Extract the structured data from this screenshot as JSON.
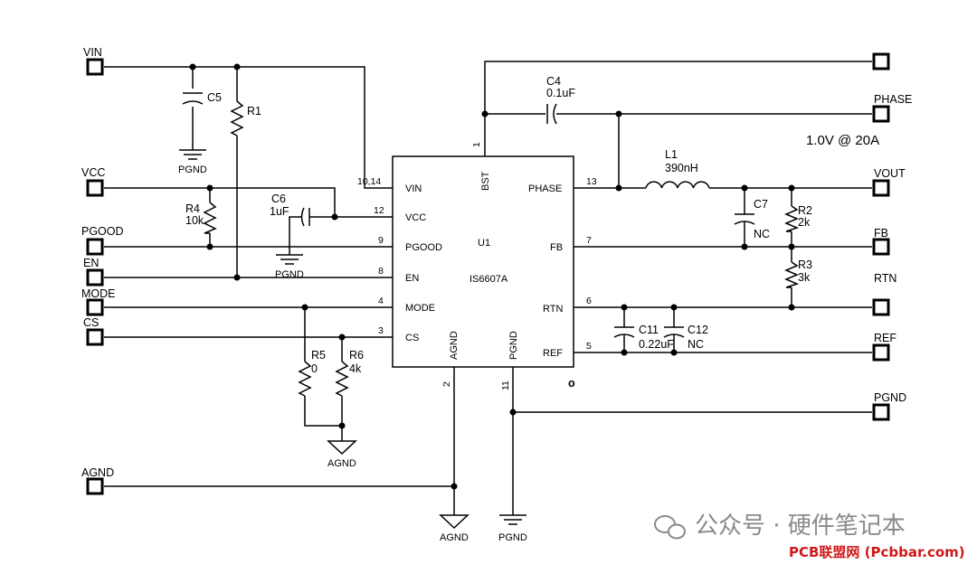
{
  "ports": {
    "vin": "VIN",
    "vcc": "VCC",
    "pgood": "PGOOD",
    "en": "EN",
    "mode": "MODE",
    "cs": "CS",
    "agnd": "AGND",
    "phase": "PHASE",
    "vout": "VOUT",
    "fb": "FB",
    "rtn": "RTN",
    "ref": "REF",
    "pgnd": "PGND"
  },
  "output_spec": "1.0V @ 20A",
  "ic": {
    "refdes": "U1",
    "part": "IS6607A",
    "pins": {
      "vin": "VIN",
      "vcc": "VCC",
      "pgood": "PGOOD",
      "en": "EN",
      "mode": "MODE",
      "cs": "CS",
      "bst": "BST",
      "phase": "PHASE",
      "fb": "FB",
      "rtn": "RTN",
      "ref": "REF",
      "agnd": "AGND",
      "pgnd": "PGND"
    },
    "pin_numbers": {
      "vin": "10,14",
      "vcc": "12",
      "pgood": "9",
      "en": "8",
      "mode": "4",
      "cs": "3",
      "bst": "1",
      "phase": "13",
      "fb": "7",
      "rtn": "6",
      "ref": "5",
      "agnd": "2",
      "pgnd": "11"
    }
  },
  "components": {
    "c5": {
      "ref": "C5"
    },
    "r1": {
      "ref": "R1"
    },
    "r4": {
      "ref": "R4",
      "value": "10k"
    },
    "c6": {
      "ref": "C6",
      "value": "1uF"
    },
    "c4": {
      "ref": "C4",
      "value": "0.1uF"
    },
    "l1": {
      "ref": "L1",
      "value": "390nH"
    },
    "c7": {
      "ref": "C7",
      "value": "NC"
    },
    "r2": {
      "ref": "R2",
      "value": "2k"
    },
    "r3": {
      "ref": "R3",
      "value": "3k"
    },
    "c11": {
      "ref": "C11",
      "value": "0.22uF"
    },
    "c12": {
      "ref": "C12",
      "value": "NC"
    },
    "r5": {
      "ref": "R5",
      "value": "0"
    },
    "r6": {
      "ref": "R6",
      "value": "4k"
    }
  },
  "grounds": {
    "pgnd_c5": "PGND",
    "pgnd_c6": "PGND",
    "agnd_r": "AGND",
    "agnd_ic": "AGND",
    "pgnd_ic": "PGND"
  },
  "unconnected_marker": "o",
  "watermark": {
    "text": "公众号 · 硬件笔记本",
    "site": "PCB联盟网 (Pcbbar.com)"
  }
}
